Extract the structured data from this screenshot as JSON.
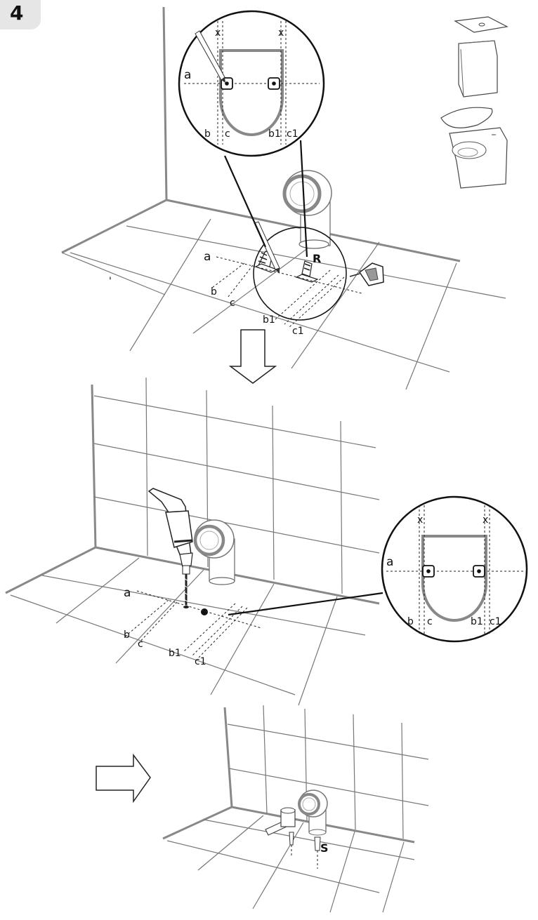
{
  "step": {
    "number": "4"
  },
  "labels": {
    "top_zoom": {
      "a": "a",
      "b": "b",
      "c": "c",
      "b1": "b1",
      "c1": "c1",
      "x_left": "x",
      "x_right": "x"
    },
    "top_floor": {
      "a": "a",
      "b": "b",
      "c": "c",
      "b1": "b1",
      "c1": "c1",
      "R": "R",
      "tick": "'"
    },
    "mid_floor": {
      "a": "a",
      "b": "b",
      "c": "c",
      "b1": "b1",
      "c1": "c1"
    },
    "mid_zoom": {
      "a": "a",
      "b": "b",
      "c": "c",
      "b1": "b1",
      "c1": "c1",
      "x_left": "x",
      "x_right": "x"
    },
    "bottom": {
      "S": "S"
    }
  },
  "icons": [
    "toilet-parts-icon",
    "pencil-icon",
    "tape-measure-icon",
    "bracket-icon",
    "drill-icon",
    "arrow-down-icon",
    "arrow-right-icon",
    "anchor-icon",
    "screw-icon"
  ]
}
